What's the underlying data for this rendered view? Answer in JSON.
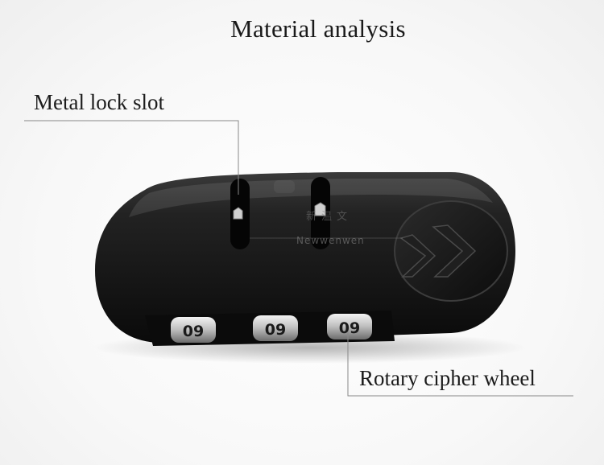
{
  "title": "Material analysis",
  "callouts": {
    "lock_slot": "Metal lock slot",
    "cipher_wheel": "Rotary cipher wheel"
  },
  "watermark": {
    "cn": "新温文",
    "en": "Newwenwen"
  },
  "dial_digits": [
    "09",
    "09",
    "09"
  ]
}
